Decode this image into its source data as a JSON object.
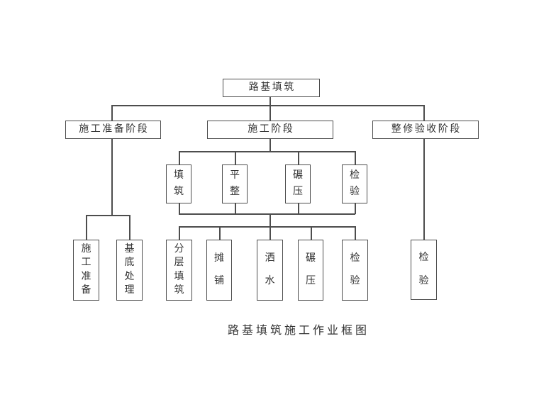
{
  "colors": {
    "background": "#ffffff",
    "line": "#4d4d4d",
    "text": "#333333"
  },
  "diagram": {
    "root": {
      "label": "路基填筑"
    },
    "stages": [
      {
        "label": "施工准备阶段"
      },
      {
        "label": "施工阶段"
      },
      {
        "label": "整修验收阶段"
      }
    ],
    "preparation_steps": [
      {
        "label": "施工准备"
      },
      {
        "label": "基底处理"
      }
    ],
    "construction_steps": [
      {
        "label": "填筑"
      },
      {
        "label": "平整"
      },
      {
        "label": "碾压"
      },
      {
        "label": "检验"
      }
    ],
    "construction_substeps": [
      {
        "label": "分层填筑"
      },
      {
        "label": "摊铺"
      },
      {
        "label": "洒水"
      },
      {
        "label": "碾压"
      },
      {
        "label": "检验"
      }
    ],
    "acceptance_steps": [
      {
        "label": "检验"
      }
    ],
    "caption": "路基填筑施工作业框图"
  }
}
